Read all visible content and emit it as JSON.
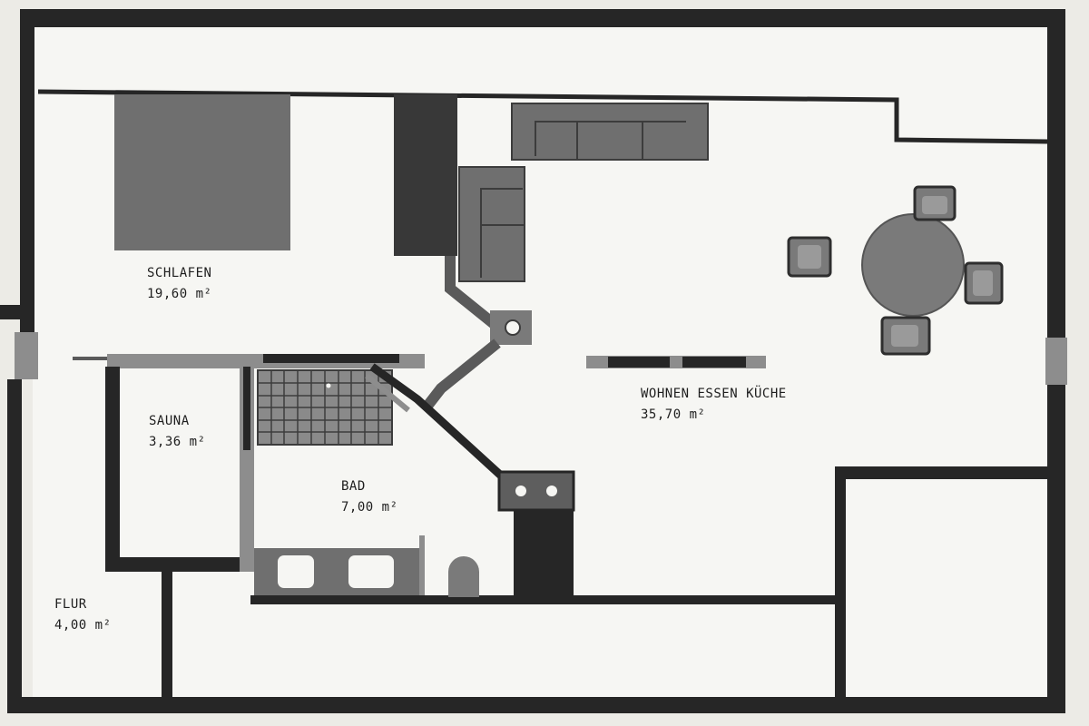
{
  "floor_plan": {
    "rooms": [
      {
        "id": "schlafen",
        "name": "SCHLAFEN",
        "area": "19,60 m²"
      },
      {
        "id": "wohnen",
        "name": "WOHNEN ESSEN KÜCHE",
        "area": "35,70 m²"
      },
      {
        "id": "sauna",
        "name": "SAUNA",
        "area": "3,36 m²"
      },
      {
        "id": "bad",
        "name": "BAD",
        "area": "7,00 m²"
      },
      {
        "id": "flur",
        "name": "FLUR",
        "area": "4,00 m²"
      }
    ]
  },
  "colors": {
    "paper": "#ecebe6",
    "floor": "#f6f6f3",
    "wall": "#262626",
    "wall_light": "#8d8d8d",
    "furniture": "#6f6f6f",
    "furniture_edge": "#3c3c3c"
  }
}
